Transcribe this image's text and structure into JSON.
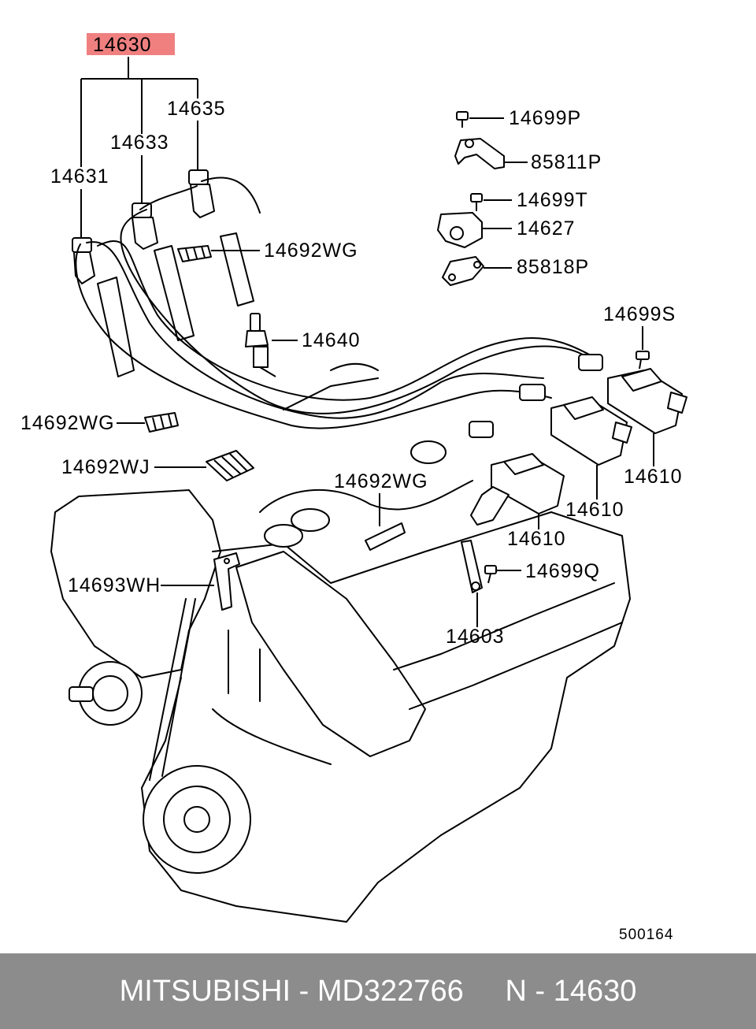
{
  "highlight_color": "#f08080",
  "labels": {
    "main": "14630",
    "p14635": "14635",
    "p14633": "14633",
    "p14631": "14631",
    "p14699P": "14699P",
    "p85811P": "85811P",
    "p14699T": "14699T",
    "p14627": "14627",
    "p85818P": "85818P",
    "p14692WG_a": "14692WG",
    "p14640": "14640",
    "p14699S": "14699S",
    "p14692WG_b": "14692WG",
    "p14692WJ": "14692WJ",
    "p14692WG_c": "14692WG",
    "p14610_a": "14610",
    "p14610_b": "14610",
    "p14610_c": "14610",
    "p14693WH": "14693WH",
    "p14699Q": "14699Q",
    "p14603": "14603",
    "ref": "500164"
  },
  "footer": {
    "text": "MITSUBISHI - MD322766     N - 14630"
  }
}
